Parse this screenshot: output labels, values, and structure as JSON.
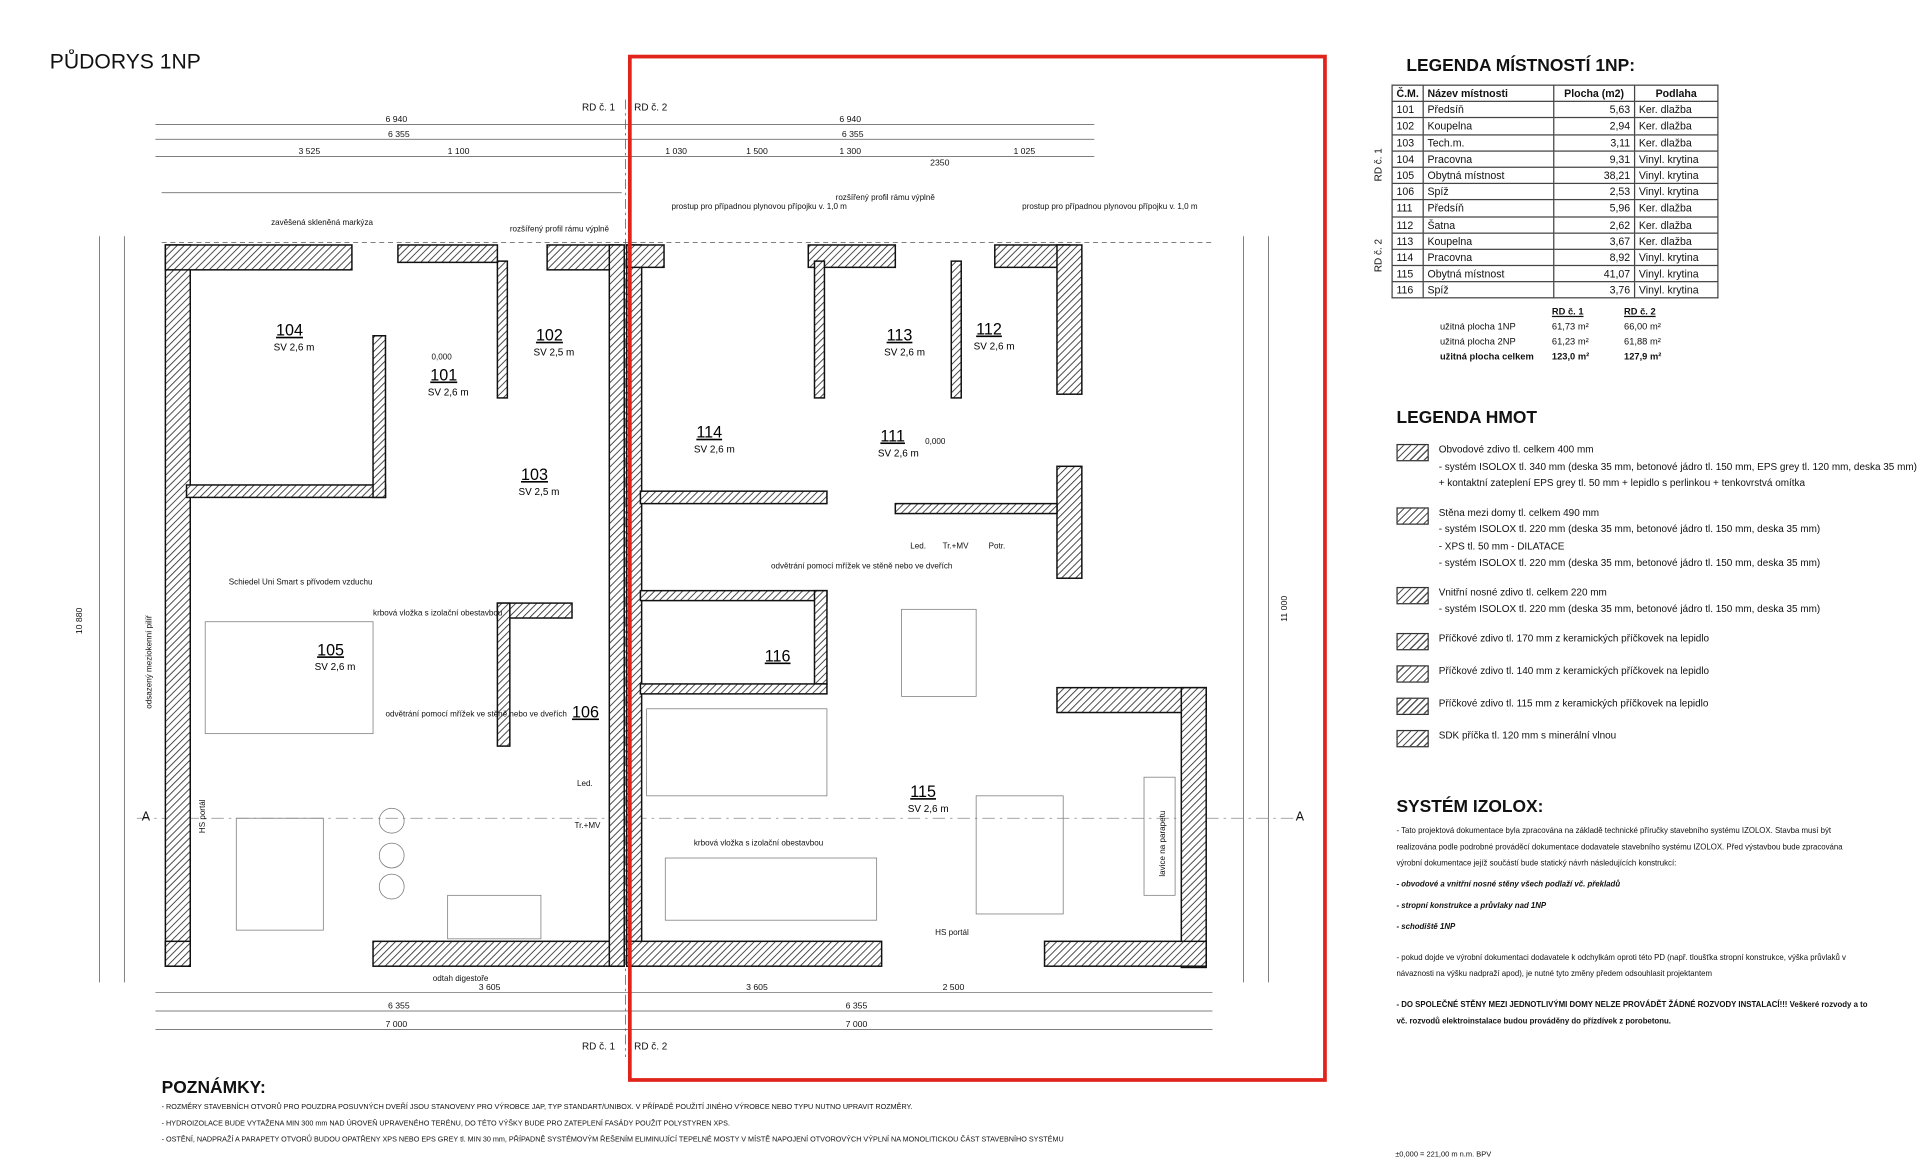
{
  "title": "PŮDORYS 1NP",
  "plan": {
    "house_labels": {
      "rd1": "RD č. 1",
      "rd2": "RD č. 2"
    },
    "rooms": [
      {
        "num": "104",
        "height": "SV 2,6 m"
      },
      {
        "num": "102",
        "height": "SV 2,5 m"
      },
      {
        "num": "101",
        "height": "SV 2,6 m"
      },
      {
        "num": "103",
        "height": "SV 2,5 m"
      },
      {
        "num": "105",
        "height": "SV 2,6 m"
      },
      {
        "num": "106",
        "height": ""
      },
      {
        "num": "114",
        "height": "SV 2,6 m"
      },
      {
        "num": "113",
        "height": "SV 2,6 m"
      },
      {
        "num": "112",
        "height": "SV 2,6 m"
      },
      {
        "num": "111",
        "height": "SV 2,6 m"
      },
      {
        "num": "116",
        "height": ""
      },
      {
        "num": "115",
        "height": "SV 2,6 m"
      }
    ],
    "dims_top": {
      "total_left": "6 940",
      "total_right": "6 940",
      "inner_left": "6 355",
      "inner_right": "6 355",
      "seg_a": "3 525",
      "seg_b": "1 100",
      "seg_c": "1 500",
      "seg_d": "1 030",
      "seg_e": "1 300",
      "seg_f": "1 025",
      "sub": "2350"
    },
    "dims_bottom": {
      "left": "7 000",
      "right": "7 000",
      "inner_left": "6 355",
      "inner_right": "6 355",
      "seg_left": "3 605",
      "seg_right": "3 605",
      "seg_mid": "2 500"
    },
    "dims_side": {
      "left_total": "10 880",
      "right_total": "11 000"
    },
    "section_mark": "A",
    "annotations": {
      "markyza": "zavěšená skleněná markýza",
      "profil": "rozšířený profil rámu výplně",
      "prostup": "prostup pro případnou plynovou přípojku v. 1,0 m",
      "pilir": "odsazený meziokenní pilíř",
      "komin": "Schiedel Uni Smart s přívodem vzduchu",
      "krb": "krbová vložka s izolační obestavbou",
      "odvetrani": "odvětrání pomocí mřížek ve stěně nebo ve dveřích",
      "digestor": "odtah digestoře",
      "hs": "HS portál",
      "led": "Led.",
      "tr": "Tr.+MV",
      "potr": "Potr.",
      "lavice": "lavice na parapetu",
      "zero": "0,000"
    }
  },
  "legend_rooms": {
    "title": "LEGENDA MÍSTNOSTÍ 1NP:",
    "headers": [
      "Č.M.",
      "Název místnosti",
      "Plocha (m2)",
      "Podlaha"
    ],
    "groups": [
      "RD č. 1",
      "RD č. 2"
    ],
    "rows": [
      [
        "101",
        "Předsíň",
        "5,63",
        "Ker. dlažba"
      ],
      [
        "102",
        "Koupelna",
        "2,94",
        "Ker. dlažba"
      ],
      [
        "103",
        "Tech.m.",
        "3,11",
        "Ker. dlažba"
      ],
      [
        "104",
        "Pracovna",
        "9,31",
        "Vinyl. krytina"
      ],
      [
        "105",
        "Obytná místnost",
        "38,21",
        "Vinyl. krytina"
      ],
      [
        "106",
        "Spíž",
        "2,53",
        "Vinyl. krytina"
      ],
      [
        "111",
        "Předsíň",
        "5,96",
        "Ker. dlažba"
      ],
      [
        "112",
        "Šatna",
        "2,62",
        "Ker. dlažba"
      ],
      [
        "113",
        "Koupelna",
        "3,67",
        "Ker. dlažba"
      ],
      [
        "114",
        "Pracovna",
        "8,92",
        "Vinyl. krytina"
      ],
      [
        "115",
        "Obytná místnost",
        "41,07",
        "Vinyl. krytina"
      ],
      [
        "116",
        "Spíž",
        "3,76",
        "Vinyl. krytina"
      ]
    ],
    "summary": {
      "col1": "RD č. 1",
      "col2": "RD č. 2",
      "rows": [
        [
          "užitná plocha 1NP",
          "61,73 m²",
          "66,00 m²"
        ],
        [
          "užitná plocha 2NP",
          "61,23 m²",
          "61,88 m²"
        ],
        [
          "užitná plocha celkem",
          "123,0 m²",
          "127,9 m²"
        ]
      ]
    }
  },
  "legend_materials": {
    "title": "LEGENDA HMOT",
    "items": [
      [
        "Obvodové zdivo tl. celkem 400 mm",
        "- systém ISOLOX tl. 340 mm (deska 35 mm, betonové jádro tl. 150 mm, EPS grey tl. 120 mm, deska 35 mm)",
        "+ kontaktní zateplení EPS grey tl. 50 mm + lepidlo s perlinkou + tenkovrstvá omítka"
      ],
      [
        "Stěna mezi domy tl. celkem 490 mm",
        "- systém ISOLOX tl. 220 mm (deska 35 mm, betonové jádro tl. 150 mm, deska 35 mm)",
        "- XPS tl. 50 mm - DILATACE",
        "- systém ISOLOX tl. 220 mm (deska 35 mm, betonové jádro tl. 150 mm, deska 35 mm)"
      ],
      [
        "Vnitřní nosné zdivo tl. celkem 220 mm",
        "- systém ISOLOX tl. 220 mm (deska 35 mm, betonové jádro tl. 150 mm, deska 35 mm)"
      ],
      [
        "Příčkové zdivo tl. 170 mm z keramických příčkovek na lepidlo"
      ],
      [
        "Příčkové zdivo tl. 140 mm z keramických příčkovek na lepidlo"
      ],
      [
        "Příčkové zdivo tl. 115 mm z keramických příčkovek na lepidlo"
      ],
      [
        "SDK příčka tl. 120 mm s minerální vlnou"
      ]
    ]
  },
  "izolox": {
    "title": "SYSTÉM IZOLOX:",
    "p1": "- Tato projektová dokumentace byla zpracována na základě technické příručky stavebního systému IZOLOX. Stavba musí být realizována podle podrobné prováděcí dokumentace dodavatele stavebního systému IZOLOX. Před výstavbou bude zpracována výrobní dokumentace jejíž součástí bude statický návrh následujících konstrukcí:",
    "list": [
      "- obvodové a vnitřní nosné stěny všech podlaží vč. překladů",
      "- stropní konstrukce a průvlaky nad 1NP",
      "- schodiště 1NP"
    ],
    "p2": "- pokud dojde ve výrobní dokumentaci dodavatele k odchylkám oproti této PD (např. tloušťka stropní konstrukce, výška průvlaků v návaznosti na výšku nadpraží apod), je nutné tyto změny předem odsouhlasit projektantem",
    "p3": "- DO SPOLEČNÉ STĚNY MEZI JEDNOTLIVÝMI DOMY NELZE PROVÁDĚT ŽÁDNÉ ROZVODY INSTALACÍ!!! Veškeré rozvody a to vč. rozvodů elektroinstalace budou prováděny do přízdívek z porobetonu."
  },
  "notes": {
    "title": "POZNÁMKY:",
    "items": [
      "- ROZMĚRY STAVEBNÍCH OTVORŮ PRO POUZDRA POSUVNÝCH DVEŘÍ JSOU STANOVENY PRO VÝROBCE JAP, TYP STANDART/UNIBOX. V PŘÍPADĚ POUŽITÍ JINÉHO VÝROBCE NEBO TYPU NUTNO UPRAVIT ROZMĚRY.",
      "- HYDROIZOLACE BUDE VYTAŽENA MIN 300 mm NAD ÚROVEŇ UPRAVENÉHO TERÉNU, DO TÉTO VÝŠKY BUDE PRO ZATEPLENÍ FASÁDY POUŽIT POLYSTYREN XPS.",
      "- OSTĚNÍ, NADPRAŽÍ A PARAPETY OTVORŮ BUDOU OPATŘENY XPS NEBO EPS GREY tl. MIN 30 mm, PŘÍPADNĚ SYSTÉMOVÝM ŘEŠENÍM ELIMINUJÍCÍ TEPELNÉ MOSTY V MÍSTĚ NAPOJENÍ OTVOROVÝCH VÝPLNÍ NA MONOLITICKOU ČÁST STAVEBNÍHO SYSTÉMU"
    ]
  },
  "elevation": "±0,000 = 221,00 m n.m. BPV",
  "colors": {
    "highlight": "#e0231b",
    "ink": "#111111"
  }
}
